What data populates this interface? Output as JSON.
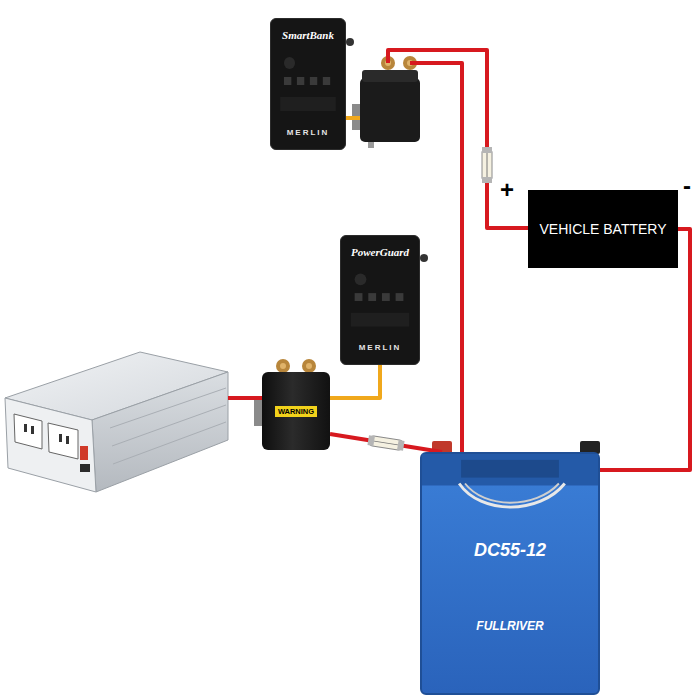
{
  "diagram": {
    "nodes": [
      {
        "text": [
          "SmartBank",
          "MERLIN"
        ]
      },
      {
        "text": [
          "VEHICLE BATTERY"
        ]
      },
      {
        "text": [
          "PowerGuard",
          "MERLIN"
        ]
      },
      {
        "text": [
          "WARNING"
        ]
      },
      {
        "text": [
          "DC55-12",
          "FULLRIVER"
        ]
      }
    ],
    "edges": [
      {
        "from": 2,
        "to": 3,
        "arrow": "none"
      },
      {
        "from": 3,
        "to": 4,
        "arrow": "none"
      },
      {
        "from": 1,
        "to": 4,
        "arrow": "none"
      }
    ],
    "labels": [
      "+",
      "-"
    ]
  }
}
